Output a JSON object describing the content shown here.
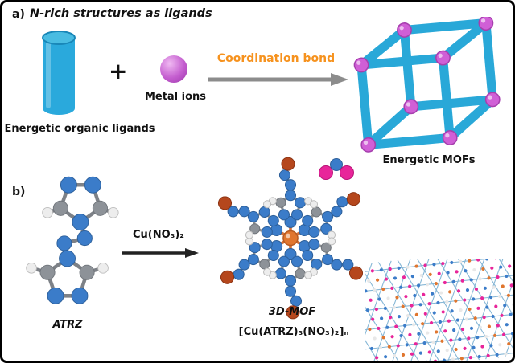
{
  "panel_a": {
    "label": "a)",
    "title": "N-rich structures as ligands",
    "ligand_caption": "Energetic organic ligands",
    "plus": "+",
    "metal_caption": "Metal ions",
    "arrow_label": "Coordination bond",
    "mof_caption": "Energetic MOFs"
  },
  "panel_b": {
    "label": "b)",
    "reactant_caption": "ATRZ",
    "arrow_label": "Cu(NO₃)₂",
    "product_name": "3D-MOF",
    "product_formula": "[Cu(ATRZ)₃(NO₃)₂]ₙ"
  },
  "colors": {
    "tube_cyan": "#29a8d8",
    "metal_purple": "#c45ecf",
    "arrow_gray": "#8c8c8c",
    "coordination_orange": "#f6921e",
    "nitrogen_blue": "#3b7cc9",
    "carbon_gray": "#8d9298",
    "hydrogen_white": "#ededed",
    "copper_orange": "#e0762f",
    "oxygen_red_brown": "#b5471d",
    "nitro_magenta": "#e8259a"
  }
}
